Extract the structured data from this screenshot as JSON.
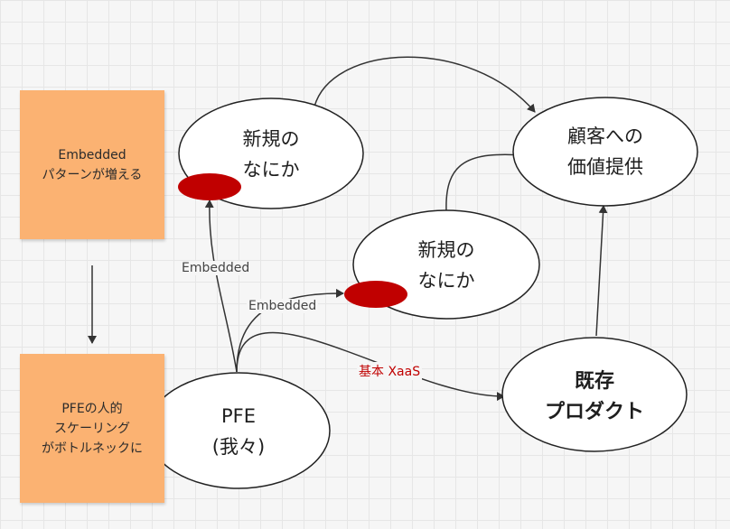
{
  "sticky_notes": [
    {
      "id": "embedded-pattern",
      "lines": [
        "Embedded",
        "パターンが増える"
      ]
    },
    {
      "id": "pfe-bottleneck",
      "lines": [
        "PFEの人的",
        "スケーリング",
        "がボトルネックに"
      ]
    }
  ],
  "nodes": {
    "new_top": {
      "lines": [
        "新規の",
        "なにか"
      ]
    },
    "new_mid": {
      "lines": [
        "新規の",
        "なにか"
      ]
    },
    "customer_value": {
      "lines": [
        "顧客への",
        "価値提供"
      ]
    },
    "pfe": {
      "lines": [
        "PFE",
        "(我々)"
      ]
    },
    "existing_product": {
      "lines": [
        "既存",
        "プロダクト"
      ]
    }
  },
  "edge_labels": {
    "embedded_top": "Embedded",
    "embedded_mid": "Embedded",
    "basic_xaas": "基本 XaaS"
  },
  "colors": {
    "sticky": "#fbb272",
    "marker": "#c00000",
    "accent_label": "#c00000"
  }
}
